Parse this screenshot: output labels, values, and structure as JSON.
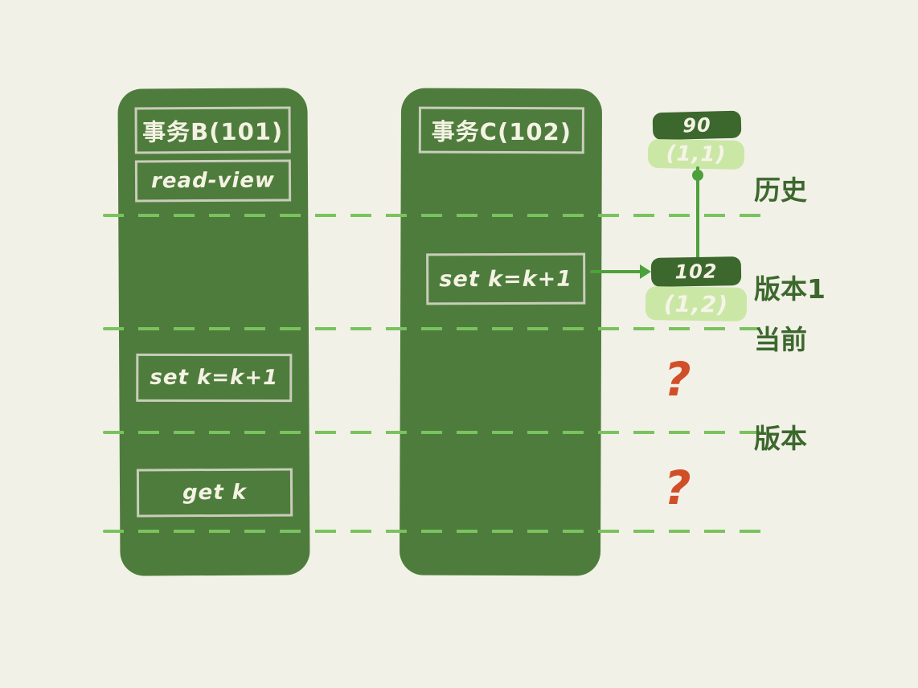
{
  "colors": {
    "background": "#f2f1e7",
    "column_green": "#4e7c3c",
    "pill_dark_green": "#3c682e",
    "pill_light_green": "#cbe7a6",
    "dash_green": "#79c35e",
    "connector_green": "#4da13c",
    "label_green": "#3c682e",
    "question_orange": "#d14f28"
  },
  "transaction_b": {
    "title": "事务B(101)",
    "read_view": "read-view",
    "set_k": "set k=k+1",
    "get_k": "get k"
  },
  "transaction_c": {
    "title": "事务C(102)",
    "set_k": "set k=k+1"
  },
  "version_chain": {
    "history": {
      "trx_id": "90",
      "row_value": "(1,1)",
      "label_line1": "历史",
      "label_line2": "版本1"
    },
    "current": {
      "trx_id": "102",
      "row_value": "(1,2)",
      "label_line1": "当前",
      "label_line2": "版本"
    }
  },
  "question_mark_1": "?",
  "question_mark_2": "?"
}
